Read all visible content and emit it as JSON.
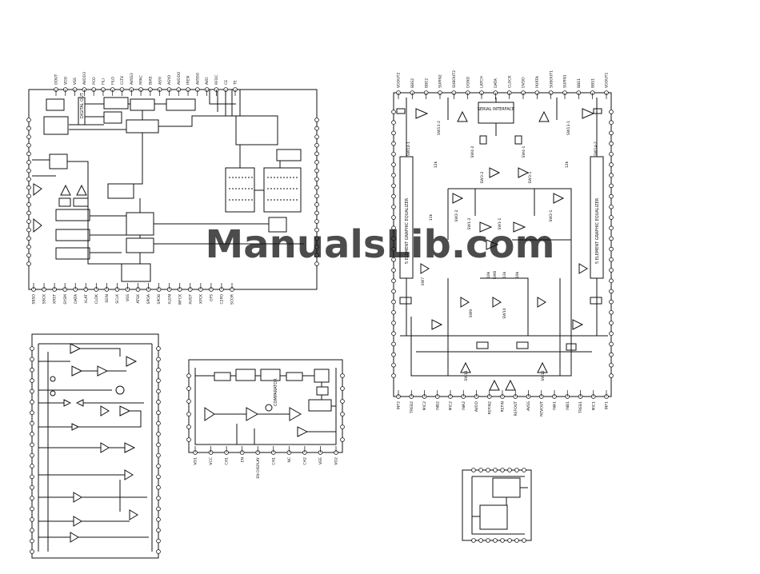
{
  "watermark": {
    "text": "ManualsLib.com",
    "color": "#b9cdf0"
  },
  "colors": {
    "line": "#111111",
    "pin_fill": "#ffffff",
    "background": "#ffffff"
  },
  "ic1": {
    "top_pins": [
      "DOUT",
      "VDD",
      "VSS",
      "AVDD3",
      "PCO",
      "FILI",
      "FILO",
      "CLTV",
      "AVSS3",
      "RFAC",
      "BIAS",
      "ASYI",
      "ASYO",
      "AVDD0",
      "IREN",
      "AVSS0",
      "AVD",
      "RFDC",
      "CE",
      "TE"
    ],
    "bottom_pins": [
      "SBSO",
      "SBCK",
      "XRST",
      "SYSM",
      "DATA",
      "XLAT",
      "CLOK",
      "SEIN",
      "SCLK",
      "VSS",
      "ATSK",
      "SPOA",
      "SPOB",
      "XLON",
      "WFCK",
      "XUGF",
      "XPCK",
      "GFS",
      "C2PO",
      "SCOR"
    ],
    "block_label": "DIGITAL OUT"
  },
  "ic2": {
    "top_pins": [
      "VDOUT2",
      "BBS2",
      "BBE2",
      "SUPIN2",
      "SUBOUT2",
      "DGND",
      "LATCH",
      "DATA",
      "CLOCK",
      "DVDD",
      "PORTA",
      "SUBOUT1",
      "SUPIN1",
      "BBE1",
      "BBS1",
      "VDOUT1"
    ],
    "bottom_pins": [
      "INF2",
      "TREB2",
      "MIC2",
      "INB2",
      "MIC2",
      "INA2",
      "AVDD",
      "REFIN2",
      "REFIN",
      "REFOUT",
      "AVSS",
      "REVOUT",
      "INA1",
      "INB1",
      "TREB1",
      "MIC1",
      "INF1"
    ],
    "serial_label": "SERIAL INTERFACE",
    "eq_label": "5 ELEMENT GRAPHIC EQUALIZER",
    "switch_labels": [
      "SW4-2",
      "SW4-1",
      "SW3-2",
      "SW3-1",
      "SW2-2",
      "SW2-1",
      "SW1-2",
      "SW1-1",
      "SW7",
      "SW8",
      "SW9",
      "SW10",
      "SW11",
      "SW12",
      "SW13-2",
      "SW13-1",
      "SW14-1",
      "SW14-2"
    ],
    "resistor_labels": [
      "12k",
      "12k",
      "10k",
      "10k",
      "13k",
      "13k"
    ]
  },
  "ic3": {
    "bottom_pins": [
      "VO1",
      "VCC",
      "CH1",
      "EN",
      "EN DISPLAY",
      "CH1",
      "NC",
      "CH2",
      "VEE",
      "VO2"
    ],
    "block_label": "COMPARATOR"
  }
}
